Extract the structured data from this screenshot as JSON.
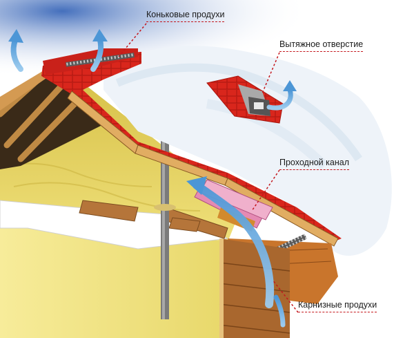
{
  "labels": {
    "ridge_vents": "Коньковые продухи",
    "exhaust_opening": "Вытяжное отверстие",
    "through_channel": "Проходной канал",
    "eave_vents": "Карнизные продухи"
  },
  "colors": {
    "accent_line": "#c4161c",
    "roof_shingle": "#d62a20",
    "insulation": "#e8d650",
    "airflow_arrow": "#6fb0e0",
    "snow": "#eef4fa",
    "timber": "#b07a3a"
  }
}
